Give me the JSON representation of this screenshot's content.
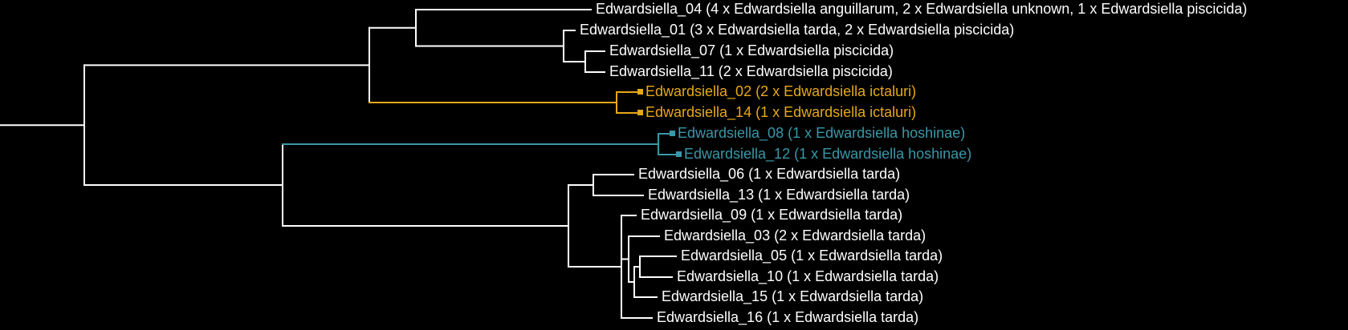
{
  "tree": {
    "colors": {
      "default": "#ffffff",
      "ictaluri": "#e6a817",
      "hoshinae": "#3a98a8",
      "background": "#000000"
    },
    "leaves": [
      {
        "id": "e04",
        "label": "Edwardsiella_04 (4 x Edwardsiella anguillarum, 2 x Edwardsiella unknown, 1 x Edwardsiella piscicida)",
        "color": "default",
        "marker": false
      },
      {
        "id": "e01",
        "label": "Edwardsiella_01 (3 x Edwardsiella tarda, 2 x Edwardsiella piscicida)",
        "color": "default",
        "marker": false
      },
      {
        "id": "e07",
        "label": "Edwardsiella_07 (1 x Edwardsiella piscicida)",
        "color": "default",
        "marker": false
      },
      {
        "id": "e11",
        "label": "Edwardsiella_11 (2 x Edwardsiella piscicida)",
        "color": "default",
        "marker": false
      },
      {
        "id": "e02",
        "label": "Edwardsiella_02 (2 x Edwardsiella ictaluri)",
        "color": "ictaluri",
        "marker": true
      },
      {
        "id": "e14",
        "label": "Edwardsiella_14 (1 x Edwardsiella ictaluri)",
        "color": "ictaluri",
        "marker": true
      },
      {
        "id": "e08",
        "label": "Edwardsiella_08 (1 x Edwardsiella hoshinae)",
        "color": "hoshinae",
        "marker": true
      },
      {
        "id": "e12",
        "label": "Edwardsiella_12 (1 x Edwardsiella hoshinae)",
        "color": "hoshinae",
        "marker": true
      },
      {
        "id": "e06",
        "label": "Edwardsiella_06 (1 x Edwardsiella tarda)",
        "color": "default",
        "marker": false
      },
      {
        "id": "e13",
        "label": "Edwardsiella_13 (1 x Edwardsiella tarda)",
        "color": "default",
        "marker": false
      },
      {
        "id": "e09",
        "label": "Edwardsiella_09 (1 x Edwardsiella tarda)",
        "color": "default",
        "marker": false
      },
      {
        "id": "e03",
        "label": "Edwardsiella_03 (2 x Edwardsiella tarda)",
        "color": "default",
        "marker": false
      },
      {
        "id": "e05",
        "label": "Edwardsiella_05 (1 x Edwardsiella tarda)",
        "color": "default",
        "marker": false
      },
      {
        "id": "e10",
        "label": "Edwardsiella_10 (1 x Edwardsiella tarda)",
        "color": "default",
        "marker": false
      },
      {
        "id": "e15",
        "label": "Edwardsiella_15 (1 x Edwardsiella tarda)",
        "color": "default",
        "marker": false
      },
      {
        "id": "e16",
        "label": "Edwardsiella_16 (1 x Edwardsiella tarda)",
        "color": "default",
        "marker": false
      }
    ]
  }
}
